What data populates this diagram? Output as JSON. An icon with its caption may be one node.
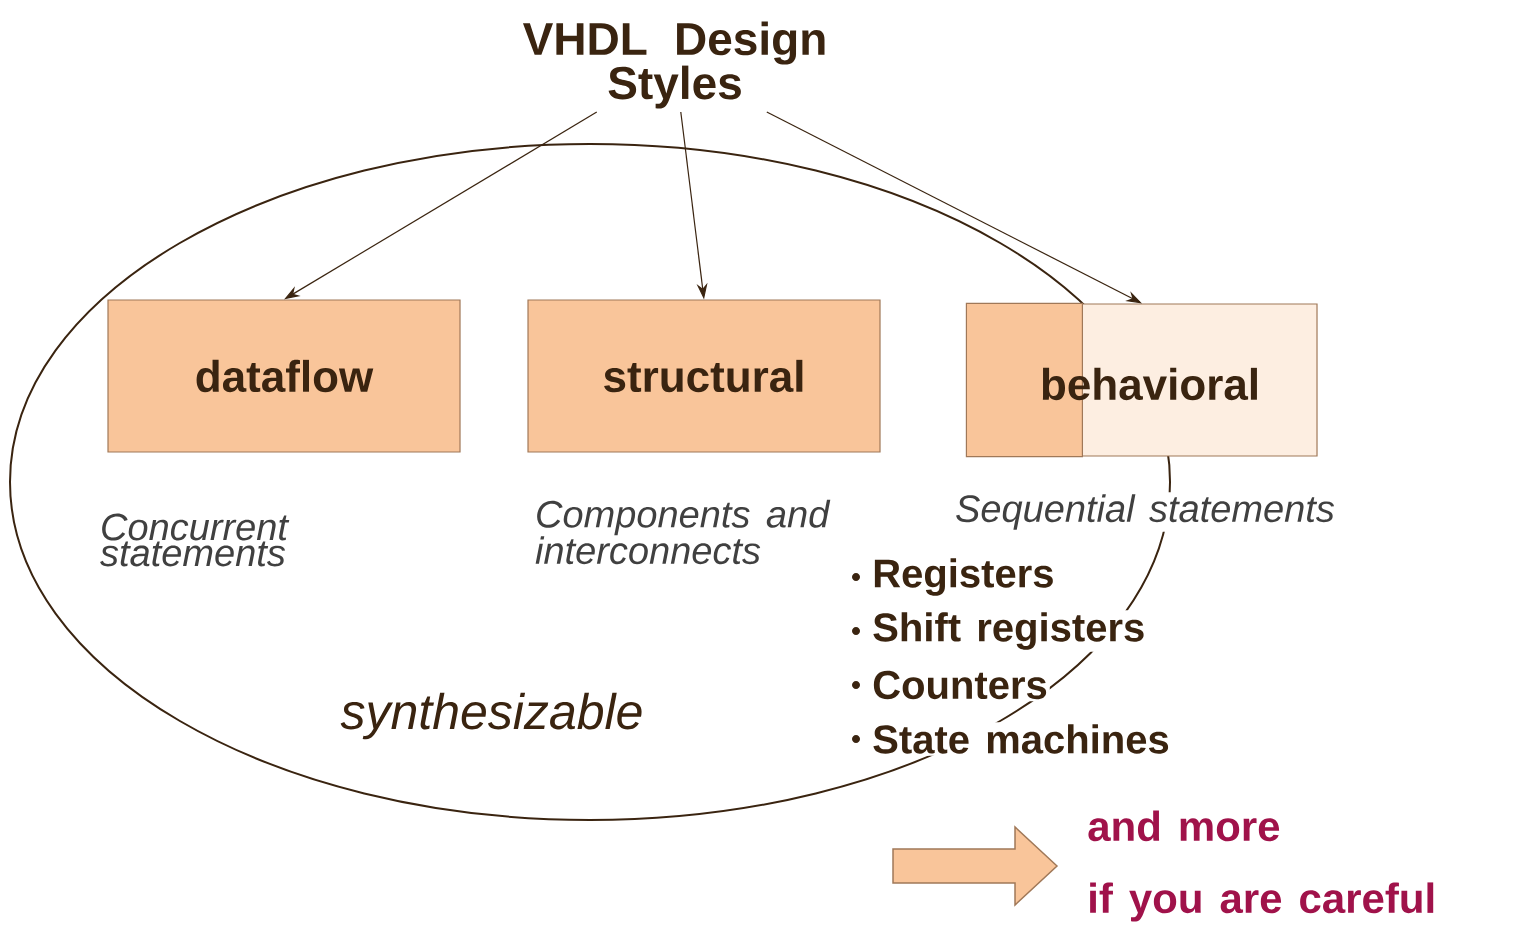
{
  "diagram": {
    "nodes": [
      {
        "text": [
          "VHDL Design Styles"
        ]
      },
      {
        "text": [
          "synthesizable"
        ]
      },
      {
        "text": [
          "dataflow"
        ],
        "in": 1,
        "beside": [
          "Concurrent statements"
        ]
      },
      {
        "text": [
          "structural"
        ],
        "in": 1,
        "beside": [
          "Components and interconnects"
        ]
      },
      {
        "text": [
          "behavioral"
        ],
        "beside": [
          "Sequential statements"
        ]
      },
      {
        "text": [
          "and more",
          "if you are careful"
        ]
      }
    ],
    "edges": [
      {
        "from": 0,
        "to": 2,
        "arrow": "to"
      },
      {
        "from": 0,
        "to": 3,
        "arrow": "to"
      },
      {
        "from": 0,
        "to": 4,
        "arrow": "to"
      },
      {
        "from": null,
        "to": 5,
        "arrow": "to",
        "style": "thick"
      }
    ],
    "labels": [
      "Registers",
      "Shift registers",
      "Counters",
      "State machines"
    ]
  }
}
